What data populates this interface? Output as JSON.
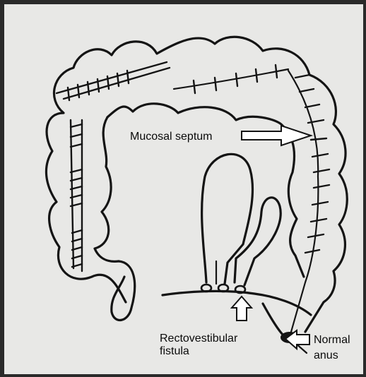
{
  "figure": {
    "background_color": "#e8e8e6",
    "ink_color": "#141414",
    "labels": {
      "mucosal_septum": "Mucosal septum",
      "rectovestibular_line1": "Rectovestibular",
      "rectovestibular_line2": "fistula",
      "normal_anus_line1": "Normal",
      "normal_anus_line2": "anus"
    },
    "arrows": [
      {
        "name": "mucosal-septum-arrow",
        "direction": "right"
      },
      {
        "name": "rectovestibular-fistula-arrow",
        "direction": "up"
      },
      {
        "name": "normal-anus-arrow",
        "direction": "left"
      }
    ]
  }
}
